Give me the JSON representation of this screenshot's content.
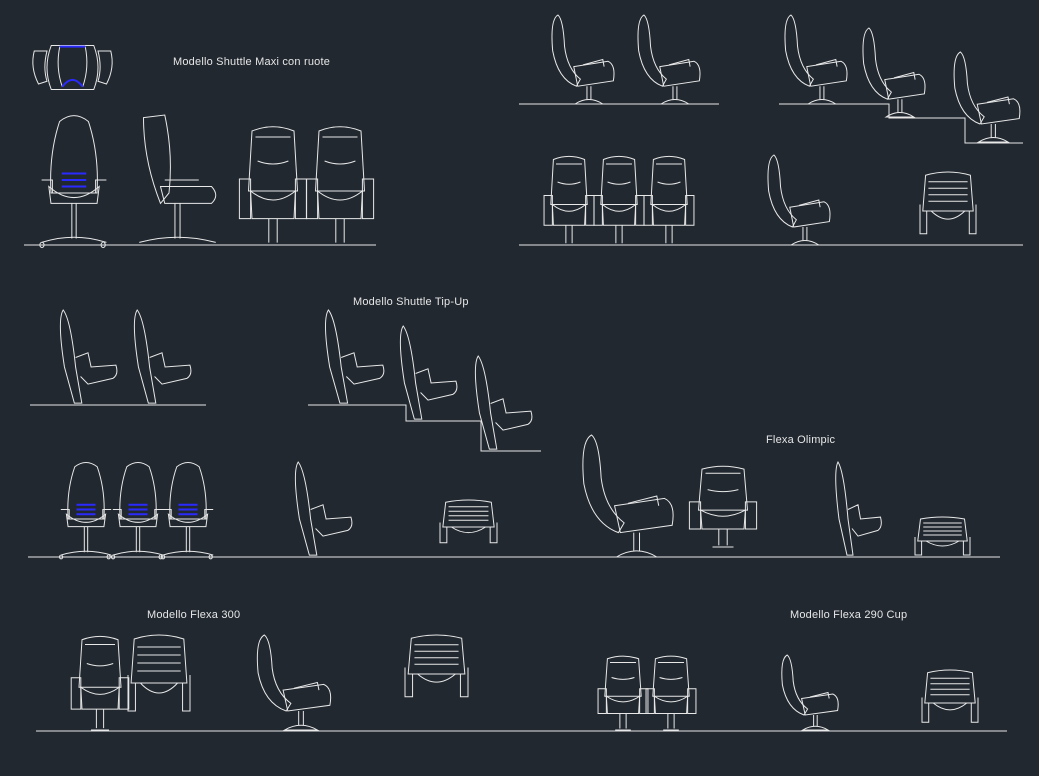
{
  "drawing": {
    "labels": {
      "shuttle_maxi": "Modello Shuttle Maxi con ruote",
      "shuttle_tipup": "Modello Shuttle Tip-Up",
      "flexa_olimpic": "Flexa Olimpic",
      "flexa_300": "Modello Flexa 300",
      "flexa_290": "Modello Flexa 290 Cup"
    },
    "colors": {
      "background": "#212830",
      "lines": "#e8e8e8",
      "accent": "#2a2aff"
    }
  }
}
